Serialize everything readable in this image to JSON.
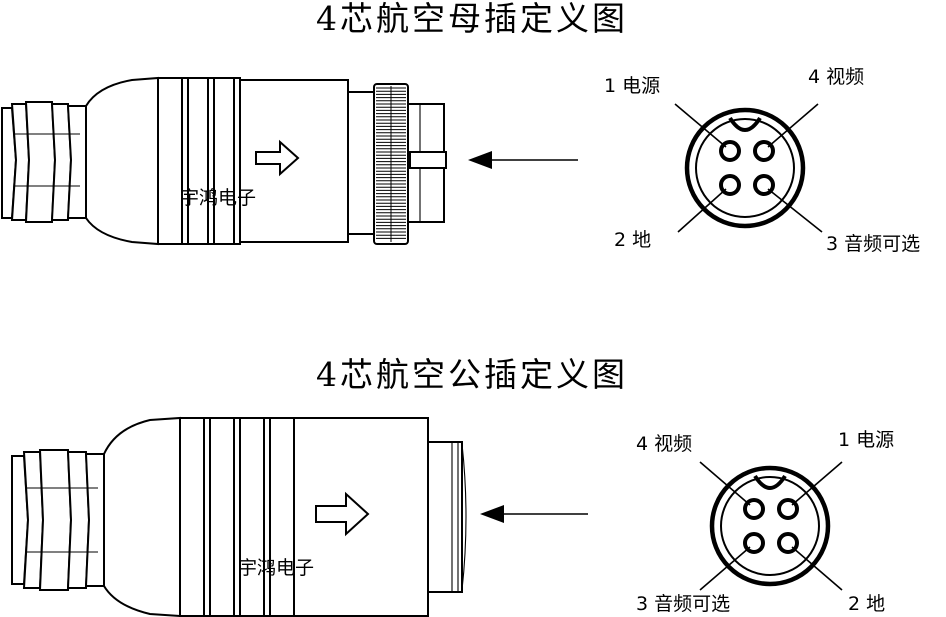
{
  "female": {
    "title": "4芯航空母插定义图",
    "brand": "宇鸿电子",
    "pins": {
      "p1": "1 电源",
      "p2": "2 地",
      "p3": "3 音频可选",
      "p4": "4 视频"
    }
  },
  "male": {
    "title": "4芯航空公插定义图",
    "brand": "宇鸿电子",
    "pins": {
      "p1": "1 电源",
      "p2": "2 地",
      "p3": "3 音频可选",
      "p4": "4 视频"
    }
  },
  "colors": {
    "line": "#000000",
    "background": "#ffffff"
  }
}
